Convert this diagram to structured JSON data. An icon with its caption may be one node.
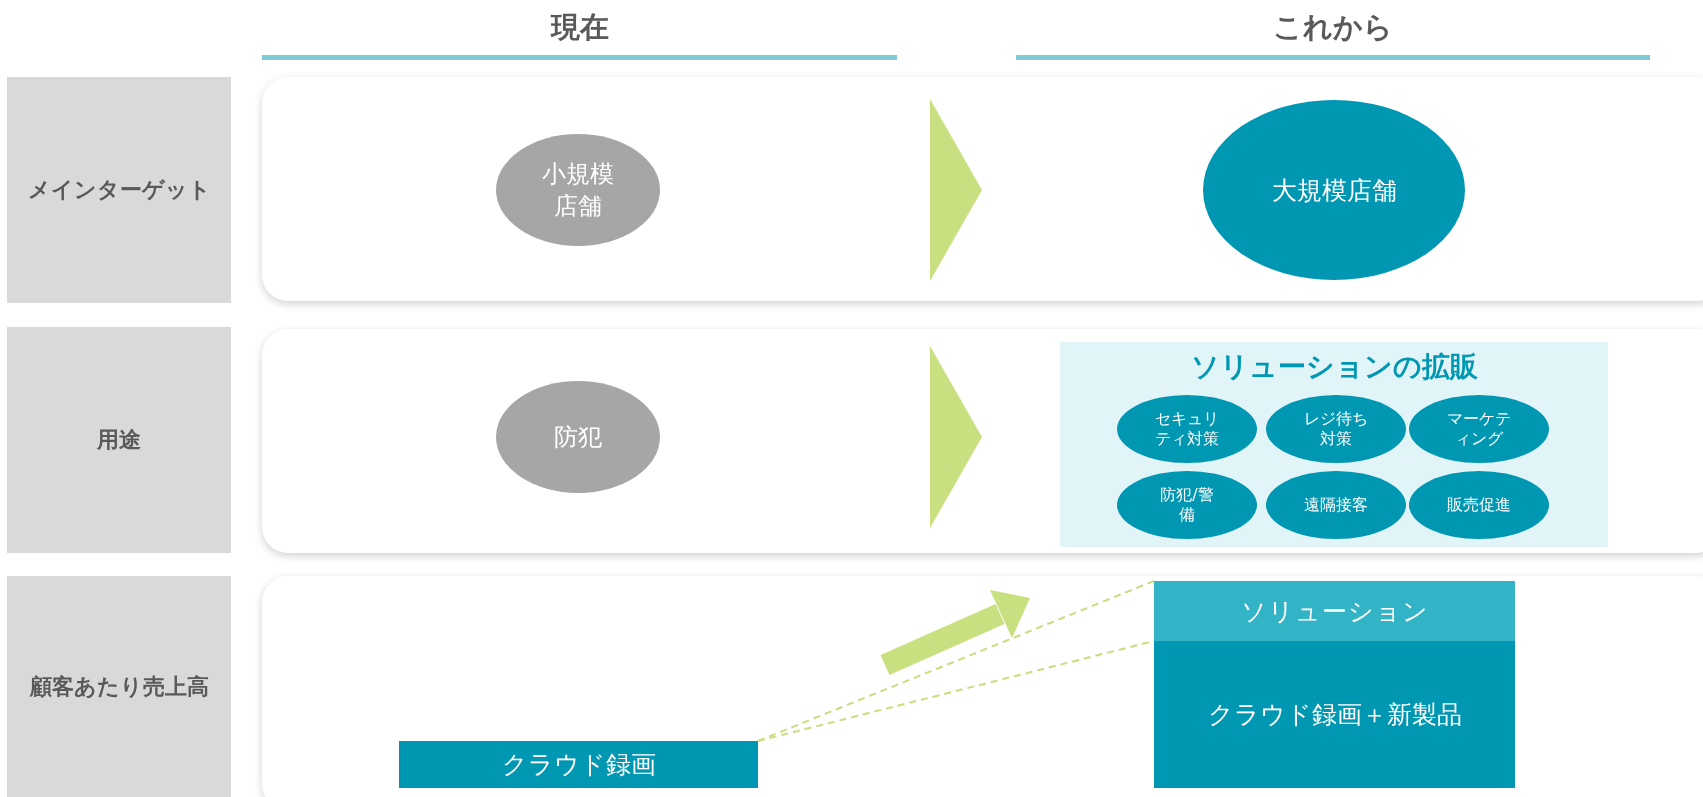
{
  "diagram": {
    "nodes": [
      {
        "text": [
          "メインターゲット"
        ]
      },
      {
        "text": [
          "小規模店舗"
        ]
      },
      {
        "text": [
          "大規模店舗"
        ]
      },
      {
        "text": [
          "用途"
        ]
      },
      {
        "text": [
          "防犯"
        ]
      },
      {
        "text": [
          "ソリューションの拡販"
        ]
      },
      {
        "text": [
          "セキュリティ対策"
        ],
        "in": 5
      },
      {
        "text": [
          "レジ待ち対策"
        ],
        "in": 5
      },
      {
        "text": [
          "マーケティング"
        ],
        "in": 5
      },
      {
        "text": [
          "防犯/警備"
        ],
        "in": 5
      },
      {
        "text": [
          "遠隔接客"
        ],
        "in": 5
      },
      {
        "text": [
          "販売促進"
        ],
        "in": 5
      },
      {
        "text": [
          "顧客あたり売上高"
        ]
      },
      {
        "text": [
          "クラウド録画"
        ]
      },
      {
        "text": [
          "ソリューション"
        ]
      },
      {
        "text": [
          "クラウド録画＋新製品"
        ]
      }
    ],
    "edges": [
      {
        "from": 13,
        "to": 14,
        "arrow": "none",
        "style": "dashed",
        "color": "#c9dd7f"
      },
      {
        "from": 13,
        "to": 15,
        "arrow": "none",
        "style": "dashed",
        "color": "#c9dd7f"
      }
    ],
    "labels": [
      "現在",
      "これから"
    ]
  }
}
